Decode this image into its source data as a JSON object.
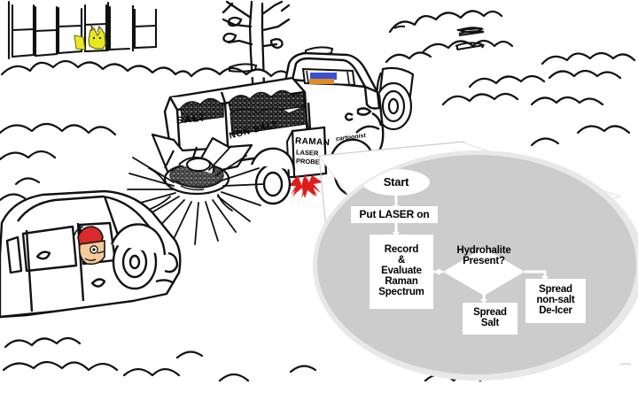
{
  "image": {
    "title": "Raman laser probe salt truck cartoon with decision flowchart",
    "type": "hand-drawn cartoon illustration with inset flowchart"
  },
  "scene": {
    "description": "Winter street scene, snow-covered road, bare tree, houses with windows; a salt-spreader truck spreading de-icer with a Raman laser probe; a car with a driver behind the truck",
    "vehicles": {
      "truck": {
        "name": "salt spreader truck",
        "hopper_left_label": "SALT",
        "hopper_right_label": "NON SALT",
        "probe_sign_line1": "RAMAN",
        "probe_sign_line2": "LASER",
        "probe_sign_line3": "PROBE",
        "door_signature": "cartoonist",
        "lightbar_colors": [
          "#3a4fd8",
          "#e08a20"
        ]
      },
      "car": {
        "name": "following car",
        "driver_hat_color": "#d92b2b"
      }
    },
    "window_cat": {
      "name": "cat in window",
      "color": "#e8e820"
    },
    "laser_beam_color": "#e01b1b"
  },
  "callout": {
    "name": "zoom callout bubble",
    "fill": "#cccccc",
    "edge": "#e8e8e8"
  },
  "chart_data": {
    "type": "flowchart",
    "title": "Raman laser probe de-icing decision flowchart",
    "nodes": [
      {
        "id": "start",
        "shape": "ellipse",
        "label": "Start"
      },
      {
        "id": "laser",
        "shape": "rectangle",
        "label": "Put LASER on"
      },
      {
        "id": "record",
        "shape": "rectangle",
        "label": "Record & Evaluate Raman Spectrum",
        "lines": [
          "Record",
          "&",
          "Evaluate",
          "Raman",
          "Spectrum"
        ]
      },
      {
        "id": "decision",
        "shape": "diamond",
        "label": "Hydrohalite Present?",
        "lines": [
          "Hydrohalite",
          "Present?"
        ]
      },
      {
        "id": "salt",
        "shape": "rectangle",
        "label": "Spread Salt",
        "lines": [
          "Spread",
          "Salt"
        ]
      },
      {
        "id": "deicer",
        "shape": "rectangle",
        "label": "Spread non-salt De-Icer",
        "lines": [
          "Spread",
          "non-salt",
          "De-Icer"
        ]
      }
    ],
    "edges": [
      {
        "from": "start",
        "to": "laser",
        "label": ""
      },
      {
        "from": "laser",
        "to": "record",
        "label": ""
      },
      {
        "from": "record",
        "to": "decision",
        "label": ""
      },
      {
        "from": "decision",
        "to": "salt",
        "label": ""
      },
      {
        "from": "decision",
        "to": "deicer",
        "label": ""
      }
    ],
    "node_fill": "#ffffff",
    "connector_color": "#ffffff",
    "background": "#cccccc"
  }
}
